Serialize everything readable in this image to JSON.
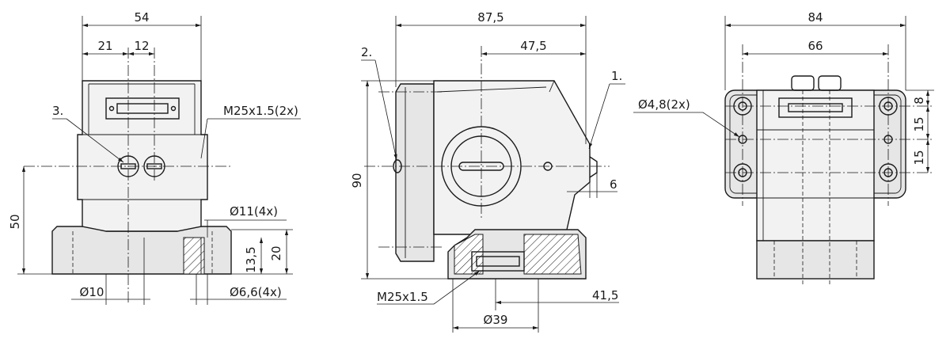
{
  "labels": {
    "d54": "54",
    "d21": "21",
    "d12": "12",
    "d50": "50",
    "d10": "Ø10",
    "d11": "Ø11(4x)",
    "d66_4x": "Ø6,6(4x)",
    "d13_5": "13,5",
    "d20": "20",
    "thread_2x": "M25x1.5(2x)",
    "callout3": "3.",
    "d87_5": "87,5",
    "d47_5": "47,5",
    "d90": "90",
    "d6": "6",
    "d41_5": "41,5",
    "d39": "Ø39",
    "thread_single": "M25x1.5",
    "callout1": "1.",
    "callout2": "2.",
    "d84": "84",
    "d66": "66",
    "d48": "Ø4,8(2x)",
    "d8": "8",
    "d15a": "15",
    "d15b": "15"
  }
}
